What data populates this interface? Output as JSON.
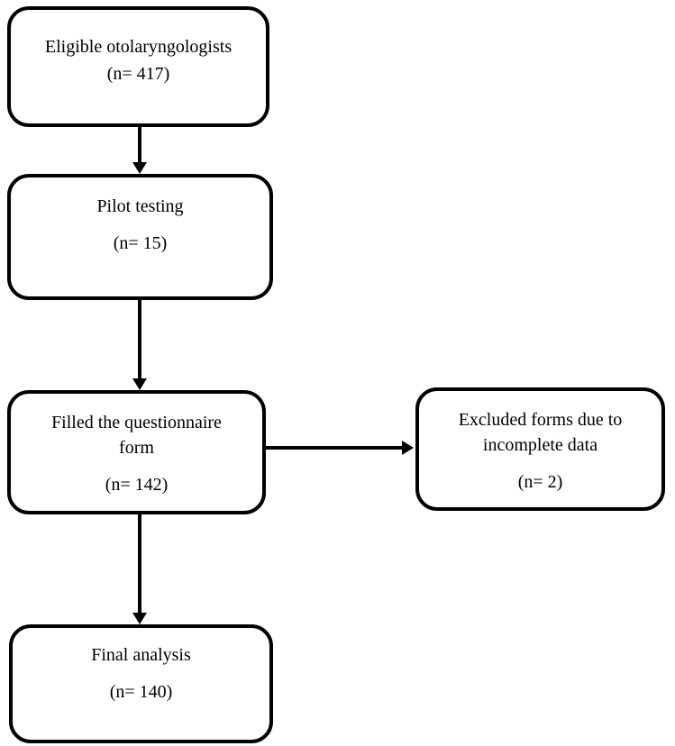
{
  "figure": {
    "type": "flowchart",
    "background_color": "#ffffff",
    "line_color": "#000000",
    "text_color": "#000000"
  },
  "nodes": [
    {
      "id": "eligible",
      "label": "Eligible otolaryngologists",
      "count": "(n= 417)"
    },
    {
      "id": "pilot",
      "label": "Pilot testing",
      "count": "(n= 15)"
    },
    {
      "id": "filled",
      "label": "Filled the questionnaire form",
      "count": "(n= 142)"
    },
    {
      "id": "excluded",
      "label": "Excluded forms due to incomplete data",
      "count": "(n= 2)"
    },
    {
      "id": "final",
      "label": "Final analysis",
      "count": "(n= 140)"
    }
  ],
  "edges": [
    {
      "from": "eligible",
      "to": "pilot",
      "direction": "down"
    },
    {
      "from": "pilot",
      "to": "filled",
      "direction": "down"
    },
    {
      "from": "filled",
      "to": "excluded",
      "direction": "right"
    },
    {
      "from": "filled",
      "to": "final",
      "direction": "down"
    }
  ]
}
